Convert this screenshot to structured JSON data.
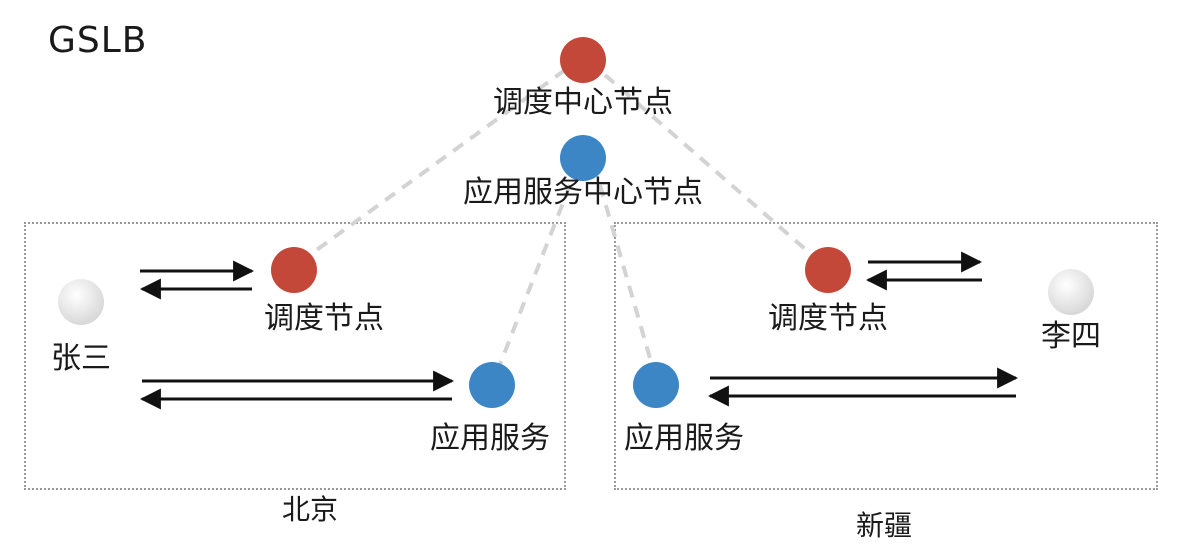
{
  "title": "GSLB",
  "colors": {
    "dispatch": "#c4483a",
    "service": "#3d86c6",
    "user": "#e4e4e4",
    "link": "#d3d3d3",
    "arrow": "#111111",
    "region_border": "#9a9a9a"
  },
  "nodes": {
    "dispatch_center": "调度中心节点",
    "service_center": "应用服务中心节点",
    "beijing_dispatch": "调度节点",
    "beijing_service": "应用服务",
    "xinjiang_dispatch": "调度节点",
    "xinjiang_service": "应用服务",
    "user_zhangsan": "张三",
    "user_lisi": "李四"
  },
  "regions": {
    "beijing": "北京",
    "xinjiang": "新疆"
  }
}
